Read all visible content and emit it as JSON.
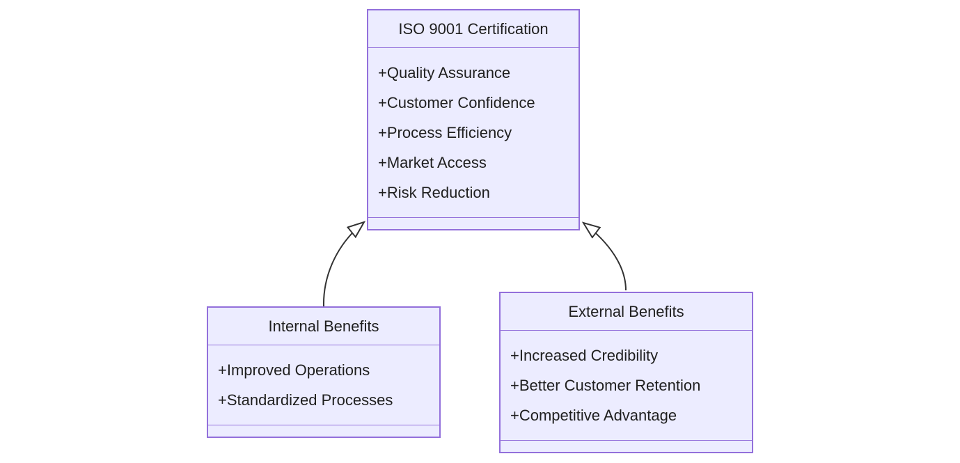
{
  "diagram": {
    "kind": "uml-class-diagram",
    "background": "#ffffff",
    "colors": {
      "node_fill": "#ECECFF",
      "node_border": "#9370DB",
      "text": "#1f1f1f",
      "arrow": "#333333"
    },
    "classes": [
      {
        "name": "ISO 9001 Certification",
        "attributes": [
          "+Quality Assurance",
          "+Customer Confidence",
          "+Process Efficiency",
          "+Market Access",
          "+Risk Reduction"
        ],
        "methods": []
      },
      {
        "name": "Internal Benefits",
        "attributes": [
          "+Improved Operations",
          "+Standardized Processes"
        ],
        "methods": []
      },
      {
        "name": "External Benefits",
        "attributes": [
          "+Increased Credibility",
          "+Better Customer Retention",
          "+Competitive Advantage"
        ],
        "methods": []
      }
    ],
    "relationships": [
      {
        "from": "Internal Benefits",
        "to": "ISO 9001 Certification",
        "type": "inheritance",
        "arrowhead": "hollow-triangle"
      },
      {
        "from": "External Benefits",
        "to": "ISO 9001 Certification",
        "type": "inheritance",
        "arrowhead": "hollow-triangle"
      }
    ]
  }
}
